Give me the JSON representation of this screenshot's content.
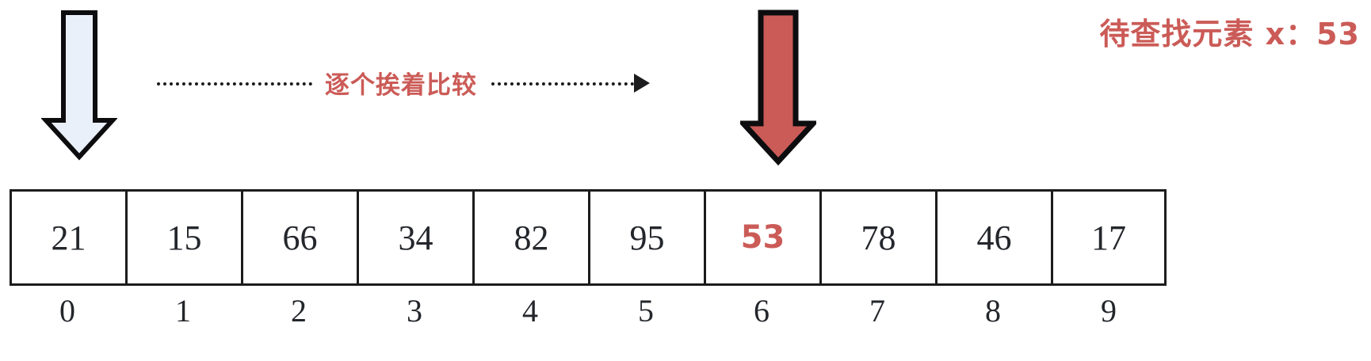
{
  "caption": {
    "target_text": "待查找元素 x：53"
  },
  "compare": {
    "label": "逐个挨着比较"
  },
  "array": {
    "values": [
      "21",
      "15",
      "66",
      "34",
      "82",
      "95",
      "53",
      "78",
      "46",
      "17"
    ],
    "indices": [
      "0",
      "1",
      "2",
      "3",
      "4",
      "5",
      "6",
      "7",
      "8",
      "9"
    ],
    "highlight_index": 6,
    "highlight_value": "53"
  },
  "pointers": [
    {
      "name": "start-pointer",
      "index": "0",
      "color": "#eaf0fa"
    },
    {
      "name": "found-pointer",
      "index": "6",
      "color": "#cb5b57"
    }
  ],
  "colors": {
    "accent_red": "#cb5b57",
    "outline": "#1c1c1e",
    "text": "#23262b",
    "pointer_light": "#eaf0fa",
    "background": "#ffffff"
  }
}
